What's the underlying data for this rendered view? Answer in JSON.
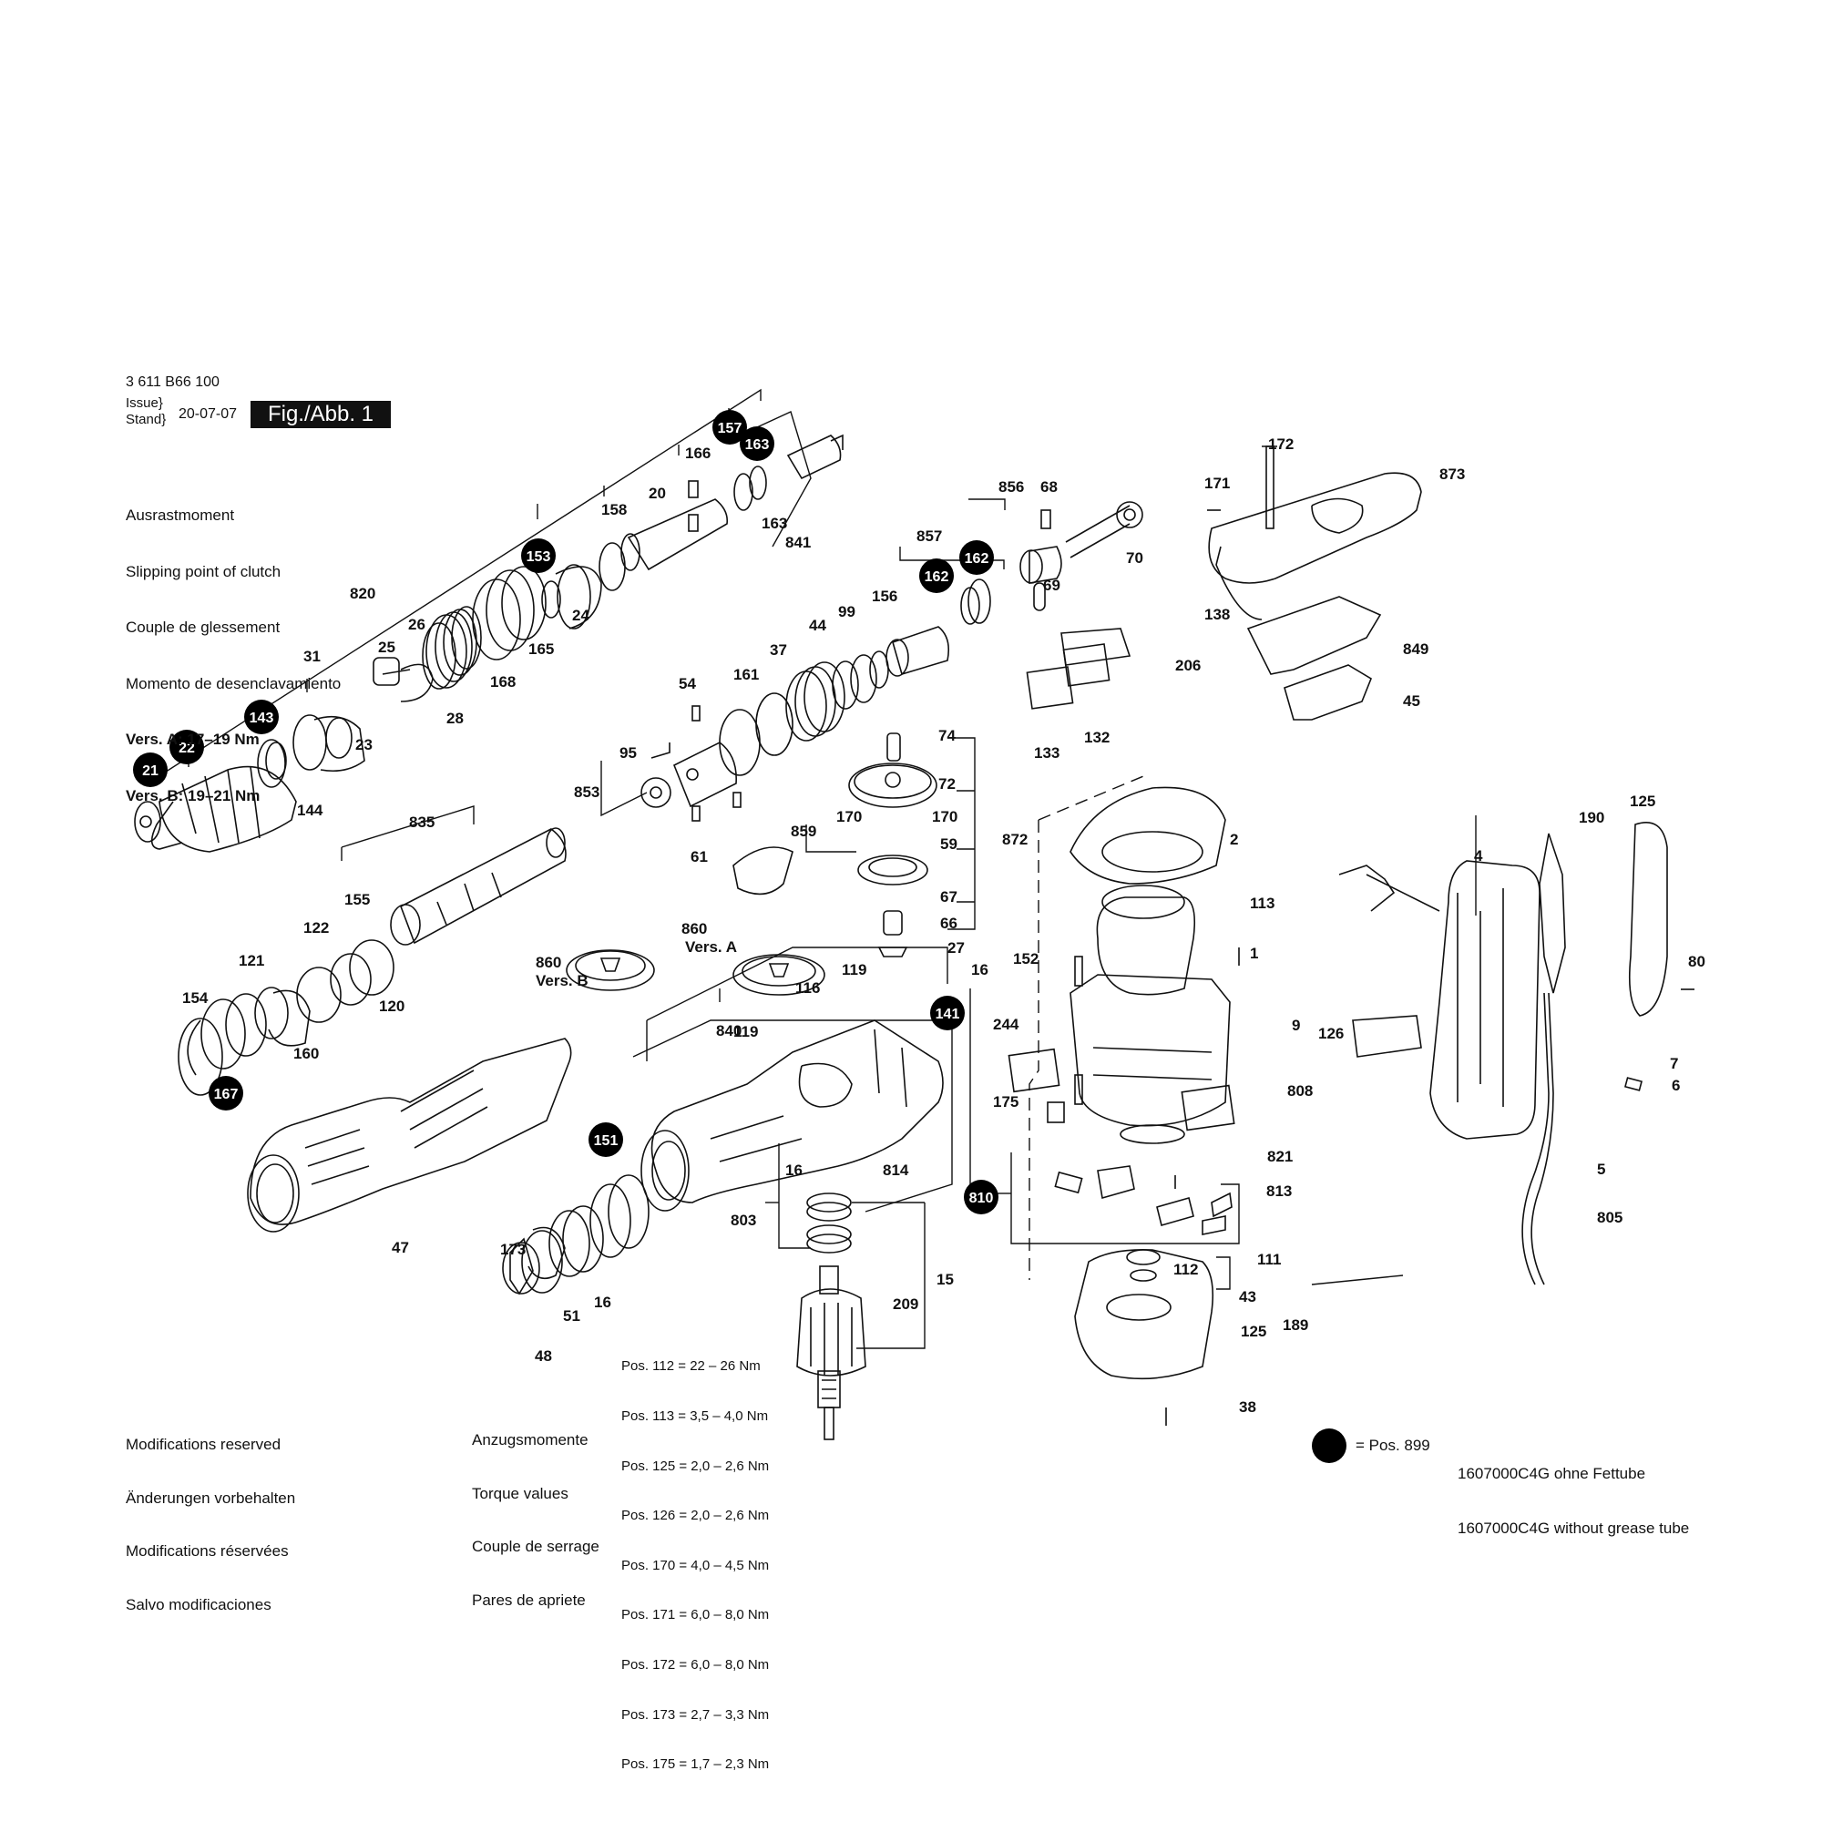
{
  "header": {
    "part_number": "3 611 B66 100",
    "issue_label": "Issue",
    "stand_label": "Stand",
    "date": "20-07-07",
    "figure": "Fig./Abb. 1"
  },
  "clutch_note": {
    "lines": [
      "Ausrastmoment",
      "Slipping point of clutch",
      "Couple de glessement",
      "Momento de desenclavamiento"
    ],
    "vers_a": "Vers. A: 17–19 Nm",
    "vers_b": "Vers. B: 19–21 Nm"
  },
  "footer": {
    "modifications": [
      "Modifications reserved",
      "Änderungen vorbehalten",
      "Modifications réservées",
      "Salvo modificaciones"
    ],
    "torque_headings": [
      "Anzugsmomente",
      "Torque values",
      "Couple de serrage",
      "Pares de apriete"
    ],
    "torque_values": [
      "Pos. 112 = 22 – 26 Nm",
      "Pos. 113 = 3,5 – 4,0 Nm",
      "Pos. 125 = 2,0 – 2,6 Nm",
      "Pos. 126 = 2,0 – 2,6 Nm",
      "Pos. 170 = 4,0 – 4,5 Nm",
      "Pos. 171 = 6,0 – 8,0 Nm",
      "Pos. 172 = 6,0 – 8,0 Nm",
      "Pos. 173 = 2,7 – 3,3 Nm",
      "Pos. 175 = 1,7 – 2,3 Nm"
    ],
    "legend_pos": "= Pos. 899",
    "legend_code_de": "1607000C4G ohne Fettube",
    "legend_code_en": "1607000C4G without grease tube"
  },
  "colors": {
    "ink": "#111111",
    "paper": "#ffffff",
    "callout_fill": "#000000"
  },
  "parts_plain": [
    "172",
    "873",
    "171",
    "138",
    "849",
    "45",
    "856",
    "68",
    "70",
    "69",
    "206",
    "133",
    "132",
    "166",
    "20",
    "158",
    "163",
    "841",
    "24",
    "165",
    "168",
    "820",
    "26",
    "25",
    "28",
    "31",
    "23",
    "144",
    "857",
    "156",
    "99",
    "44",
    "37",
    "161",
    "54",
    "95",
    "853",
    "74",
    "72",
    "170",
    "170",
    "859",
    "59",
    "872",
    "61",
    "67",
    "66",
    "860",
    "Vers. A",
    "860",
    "Vers. B",
    "835",
    "155",
    "122",
    "121",
    "120",
    "154",
    "160",
    "116",
    "119",
    "119",
    "840",
    "16",
    "152",
    "27",
    "2",
    "113",
    "1",
    "9",
    "808",
    "244",
    "175",
    "821",
    "813",
    "111",
    "112",
    "43",
    "125",
    "38",
    "173",
    "47",
    "48",
    "51",
    "16",
    "16",
    "814",
    "803",
    "15",
    "209",
    "189",
    "4",
    "190",
    "125",
    "80",
    "126",
    "7",
    "6",
    "5",
    "805"
  ],
  "parts_callout": [
    "157",
    "163",
    "153",
    "162",
    "162",
    "143",
    "22",
    "21",
    "141",
    "151",
    "167",
    "810"
  ]
}
